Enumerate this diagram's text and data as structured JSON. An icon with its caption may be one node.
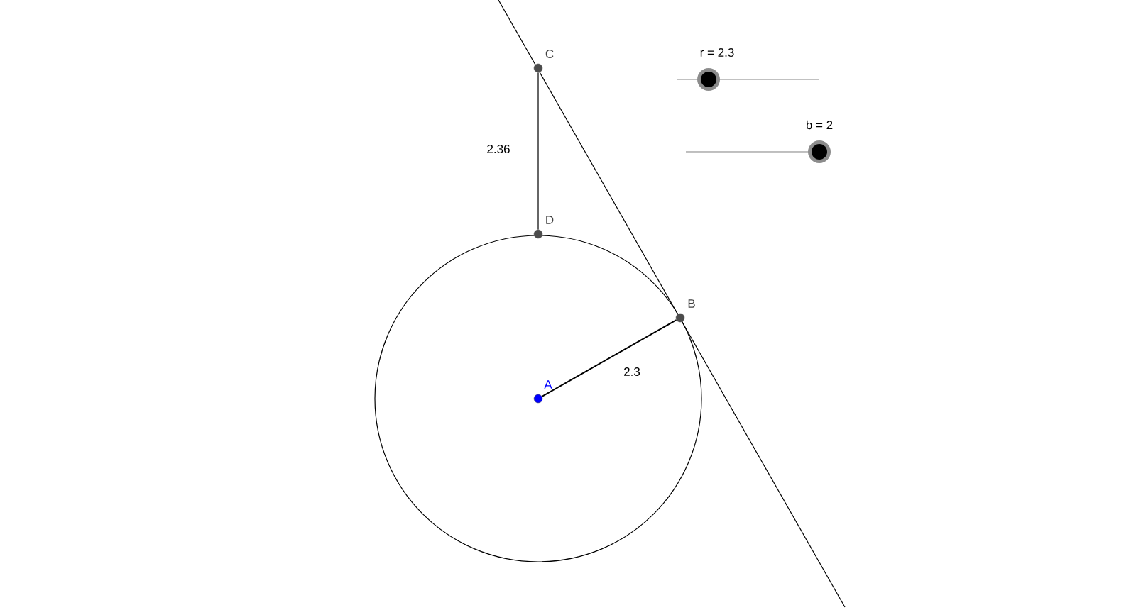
{
  "diagram": {
    "nodes": [
      {
        "text": [
          "C"
        ]
      },
      {
        "text": [
          "D"
        ]
      },
      {
        "text": [
          "B"
        ]
      },
      {
        "text": [
          "A"
        ]
      }
    ],
    "edges": [
      {
        "from": 0,
        "to": 1,
        "arrow": "none",
        "label": "2.36",
        "color": "#666666"
      },
      {
        "from": 3,
        "to": 2,
        "arrow": "none",
        "label": "2.3",
        "color": "#000000"
      }
    ],
    "labels": [
      "r = 2.3",
      "b = 2"
    ]
  }
}
